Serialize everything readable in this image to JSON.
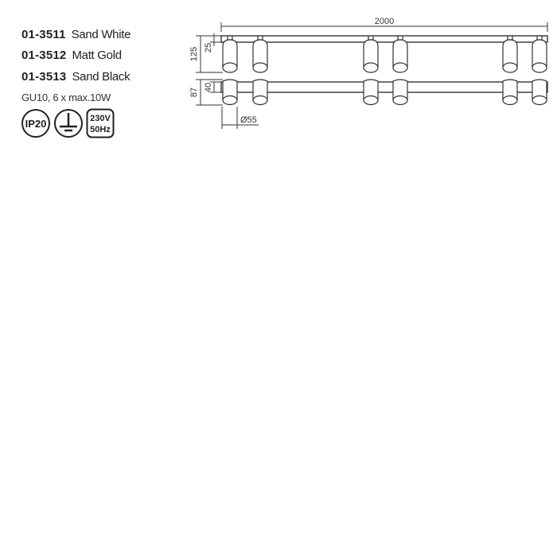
{
  "products": [
    {
      "code": "01-3511",
      "color": "Sand White"
    },
    {
      "code": "01-3512",
      "color": "Matt Gold"
    },
    {
      "code": "01-3513",
      "color": "Sand Black"
    }
  ],
  "spec": "GU10,  6 x max.10W",
  "badges": {
    "ip": "IP20",
    "earth": "earth-ground-icon",
    "voltage_line1": "230V",
    "voltage_line2": "50Hz"
  },
  "dimensions": {
    "length": "2000",
    "height_side": "125",
    "bar_height_side": "25",
    "height_front": "87",
    "bar_height_front": "40",
    "diameter": "Ø55"
  }
}
